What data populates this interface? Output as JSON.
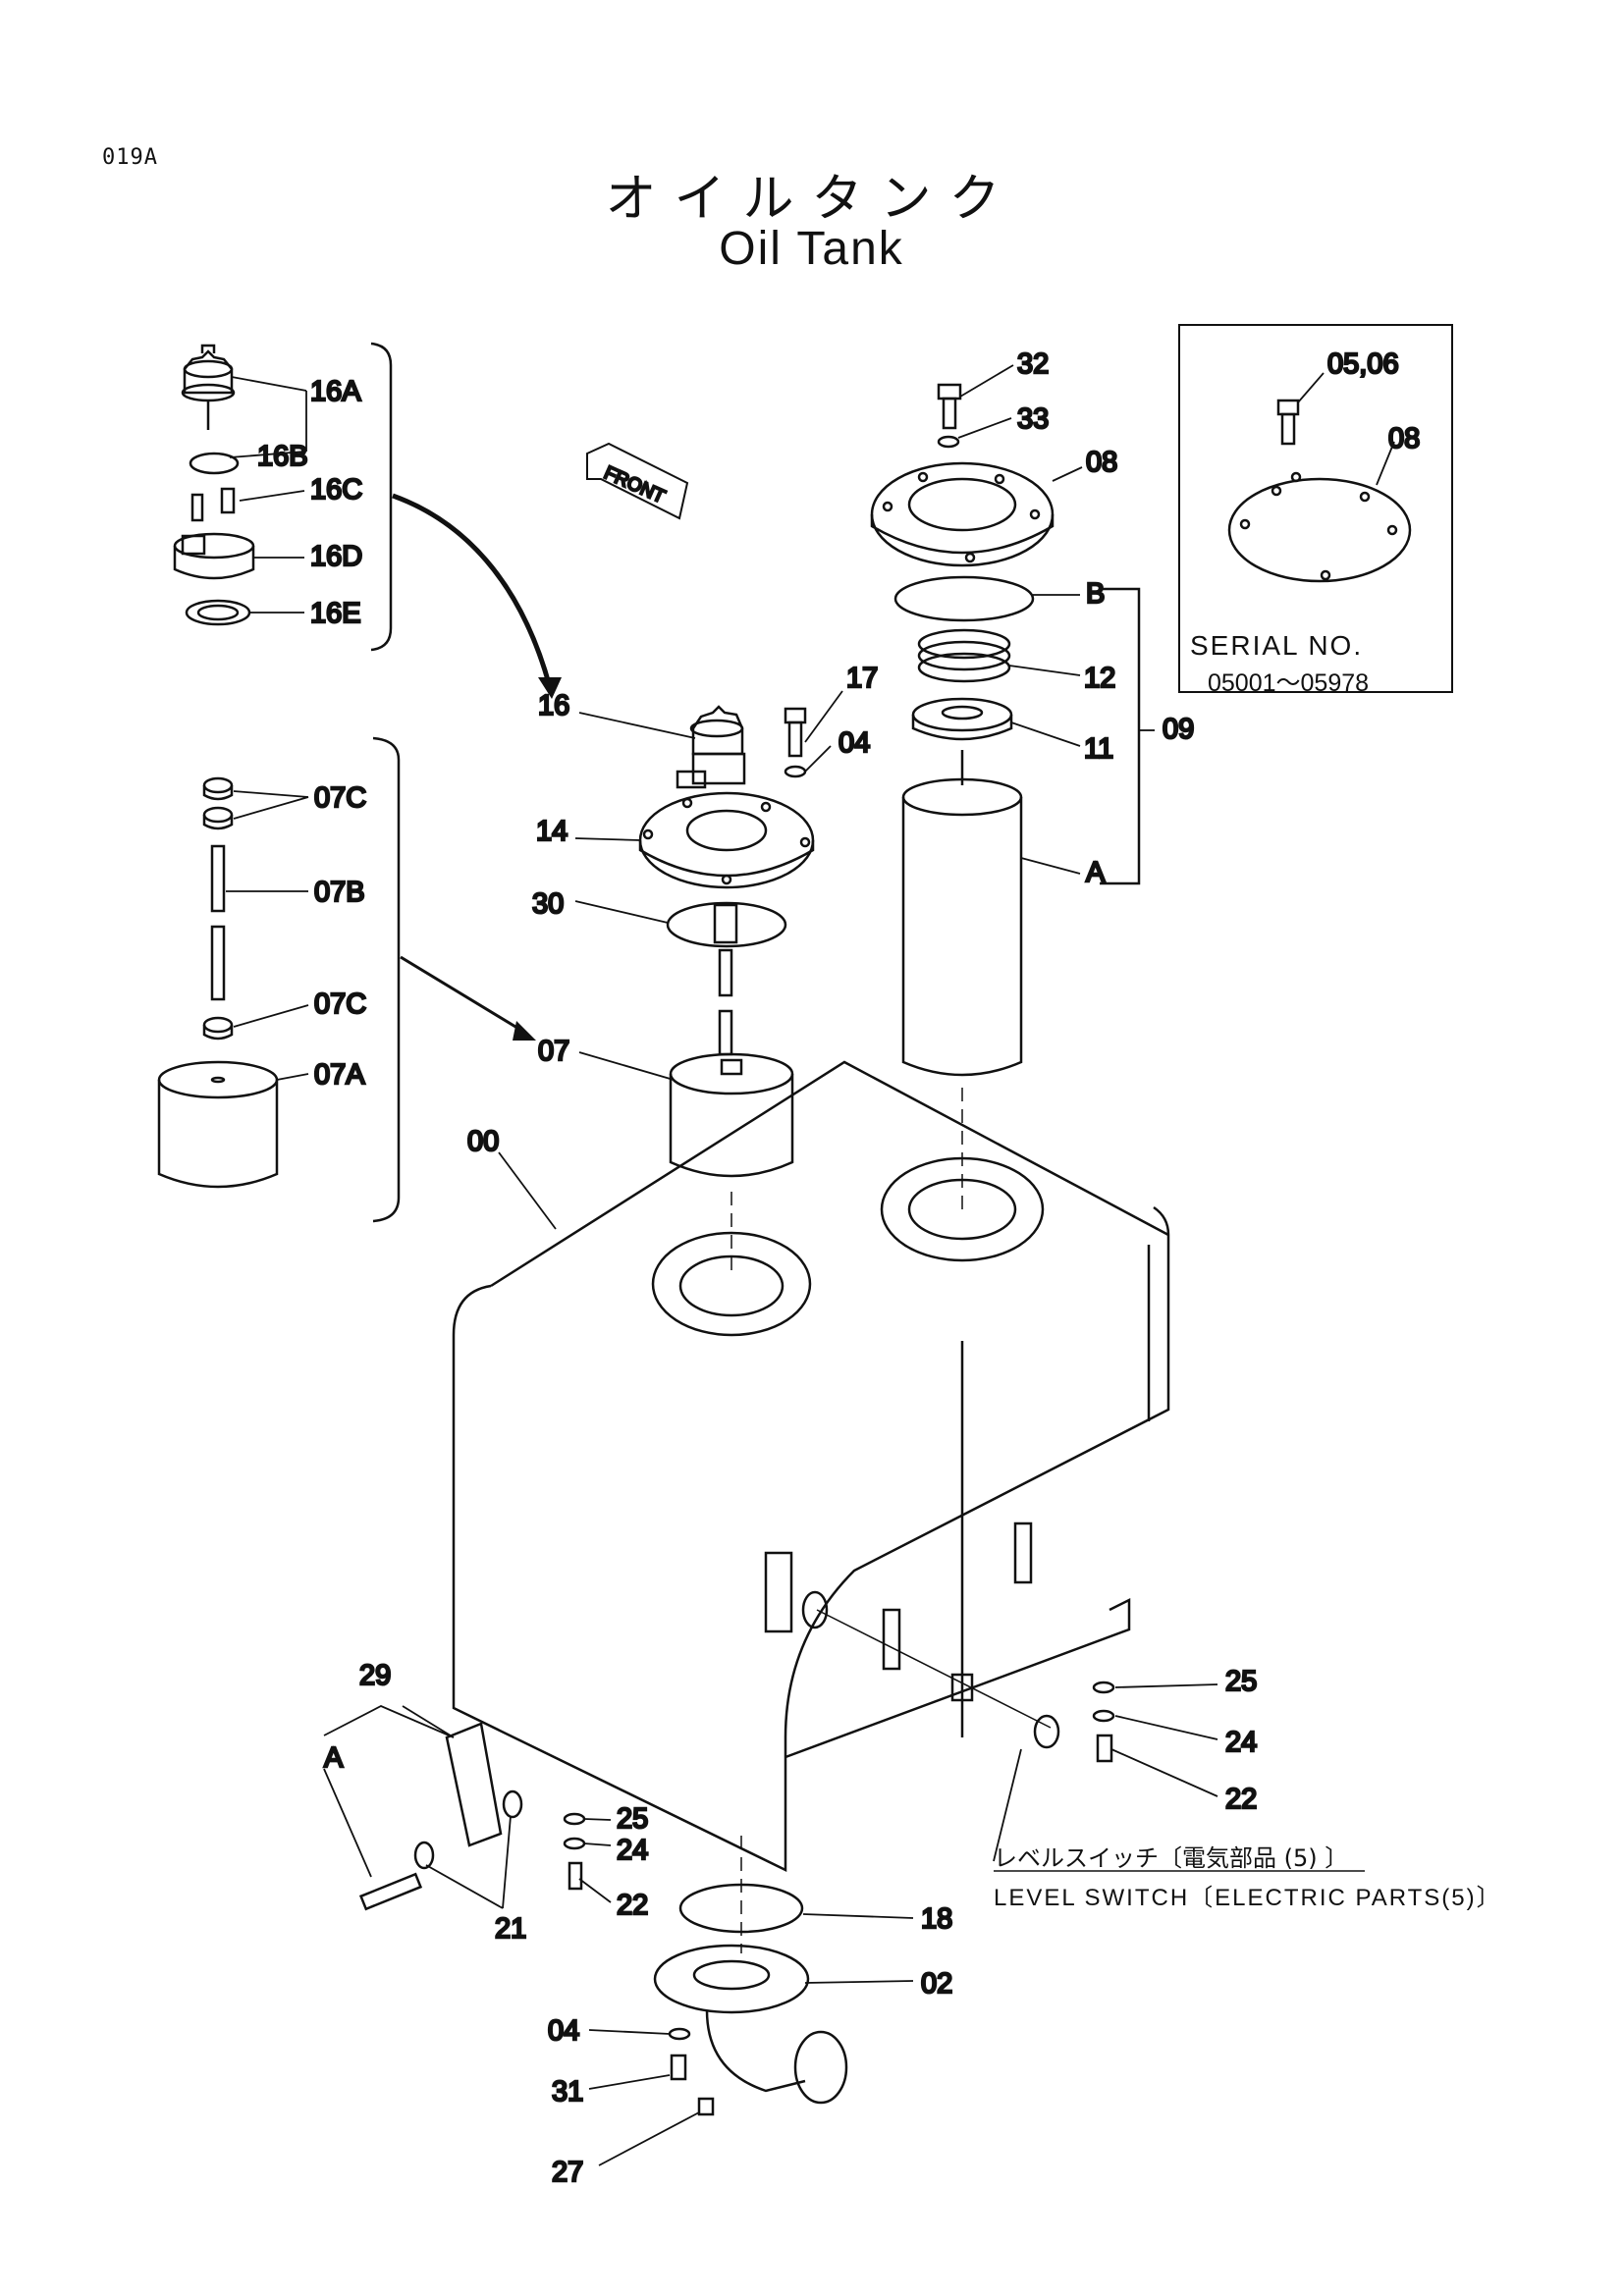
{
  "header": {
    "page_code": "019A",
    "title_jp": "オイルタンク",
    "title_en": "Oil Tank"
  },
  "serial_box": {
    "title": "SERIAL NO.",
    "range": "05001～05978"
  },
  "level_switch": {
    "label_jp": "レベルスイッチ〔電気部品 (5) 〕",
    "label_en": "LEVEL SWITCH〔ELECTRIC PARTS(5)〕"
  },
  "front_marker": "FRONT",
  "callouts": {
    "c16a": "16A",
    "c16b": "16B",
    "c16c": "16C",
    "c16d": "16D",
    "c16e": "16E",
    "c07c_top": "07C",
    "c07b": "07B",
    "c07c_bot": "07C",
    "c07a": "07A",
    "c16": "16",
    "c14": "14",
    "c30": "30",
    "c07": "07",
    "c00": "00",
    "c17": "17",
    "c04_top": "04",
    "c32": "32",
    "c33": "33",
    "c08": "08",
    "cB": "B",
    "c12": "12",
    "c11": "11",
    "c09": "09",
    "cA": "A",
    "c0506_serial": "05,06",
    "c08_serial": "08",
    "c29": "29",
    "cA_bolt": "A",
    "c21": "21",
    "c25_left": "25",
    "c24_left": "24",
    "c22_left": "22",
    "c25_right": "25",
    "c24_right": "24",
    "c22_right": "22",
    "c18": "18",
    "c02": "02",
    "c04_bot": "04",
    "c31": "31",
    "c27": "27"
  }
}
